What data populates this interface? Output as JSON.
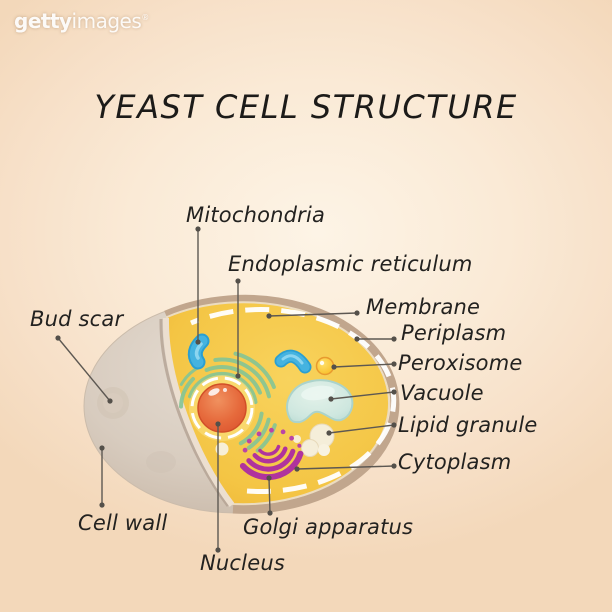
{
  "watermark": {
    "brand_bold": "getty",
    "brand_light": "images",
    "registered": "®"
  },
  "title": "YEAST CELL STRUCTURE",
  "diagram": {
    "type": "labeled-cell-diagram",
    "subject": "yeast cell cross-section",
    "labels": {
      "mitochondria": "Mitochondria",
      "endoplasmic_reticulum": "Endoplasmic reticulum",
      "membrane": "Membrane",
      "periplasm": "Periplasm",
      "peroxisome": "Peroxisome",
      "vacuole": "Vacuole",
      "lipid_granule": "Lipid granule",
      "cytoplasm": "Cytoplasm",
      "bud_scar": "Bud scar",
      "cell_wall": "Cell wall",
      "golgi_apparatus": "Golgi apparatus",
      "nucleus": "Nucleus"
    },
    "colors": {
      "background_center": "#fdf4e6",
      "background_edge": "#f3d8ba",
      "cell_wall_surface": "#d9cec2",
      "cell_wall_rim": "#c1a68d",
      "cytoplasm": "#f4c544",
      "membrane_dash": "#ffffff",
      "nucleus": "#e2603a",
      "endoplasmic_reticulum": "#84c596",
      "mitochondria": "#45b3e0",
      "peroxisome": "#f9c433",
      "vacuole": "#cde8e4",
      "lipid_granule": "#f5eed9",
      "golgi": "#b0339d",
      "label_text": "#232220",
      "pointer_line": "#5d5852"
    }
  }
}
